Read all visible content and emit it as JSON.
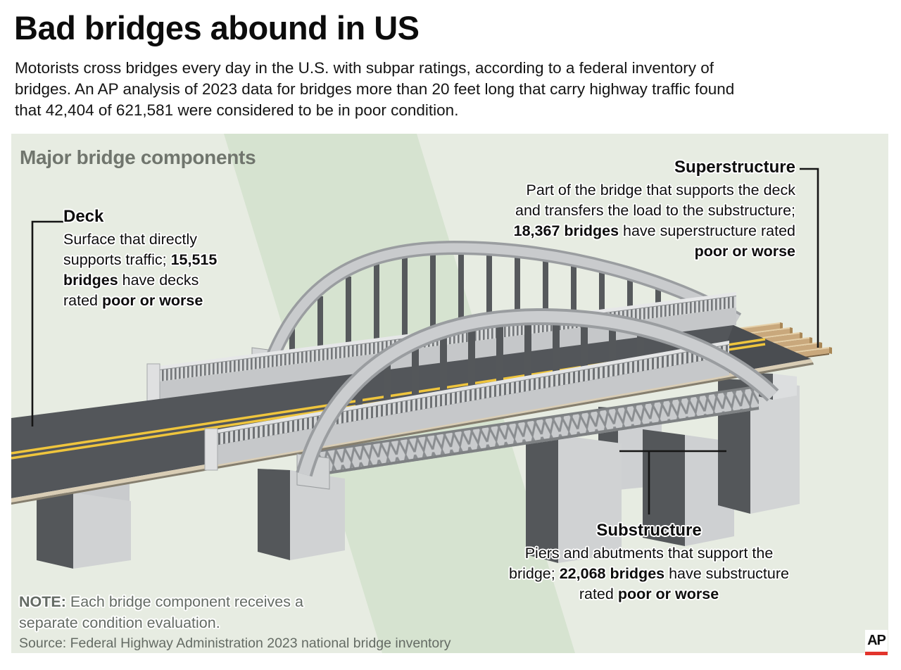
{
  "page": {
    "title": "Bad bridges abound in US",
    "intro_lines": [
      "Motorists cross bridges every day in the U.S. with subpar ratings, according to a federal inventory of",
      "bridges. An AP analysis of 2023 data for bridges more than 20 feet long that carry highway traffic found",
      "that 42,404 of 621,581 were considered to be in poor condition."
    ]
  },
  "panel": {
    "heading": "Major bridge components"
  },
  "callouts": {
    "deck": {
      "heading": "Deck",
      "lines": [
        {
          "pre": "Surface that directly",
          "bold": "",
          "post": ""
        },
        {
          "pre": "supports traffic; ",
          "bold": "15,515",
          "post": ""
        },
        {
          "pre": "",
          "bold": "bridges",
          "post": " have decks"
        },
        {
          "pre": "rated ",
          "bold": "poor or worse",
          "post": ""
        }
      ]
    },
    "superstructure": {
      "heading": "Superstructure",
      "lines": [
        {
          "pre": "Part of the bridge that supports the deck",
          "bold": "",
          "post": ""
        },
        {
          "pre": "and transfers the load to the substructure;",
          "bold": "",
          "post": ""
        },
        {
          "pre": "",
          "bold": "18,367 bridges",
          "post": " have superstructure rated"
        },
        {
          "pre": "",
          "bold": "poor or worse",
          "post": ""
        }
      ]
    },
    "substructure": {
      "heading": "Substructure",
      "lines": [
        {
          "pre": "Piers and abutments that support the",
          "bold": "",
          "post": ""
        },
        {
          "pre": "bridge; ",
          "bold": "22,068 bridges",
          "post": " have substructure"
        },
        {
          "pre": "rated ",
          "bold": "poor or worse",
          "post": ""
        }
      ]
    }
  },
  "note": {
    "lines": [
      {
        "pre": "",
        "bold": "NOTE:",
        "post": " Each bridge component receives a"
      },
      {
        "pre": "separate condition evaluation.",
        "bold": "",
        "post": ""
      }
    ]
  },
  "source": "Source: Federal Highway Administration 2023 national bridge inventory",
  "logo": {
    "text": "AP"
  },
  "colors": {
    "panel_bg": "#e7ece2",
    "panel_band": "#d6e3d0",
    "road": "#53565a",
    "lane_line": "#efc53d",
    "structure_light": "#cbcdcf",
    "structure_edge": "#9a9da0",
    "hanger_dark": "#55585b",
    "pier_face": "#d0d2d3",
    "pier_shadow": "#54575a",
    "girder_tan": "#c9a87c",
    "heading_gray": "#70756d",
    "note_gray": "#646b64",
    "ap_red": "#e2342c"
  }
}
